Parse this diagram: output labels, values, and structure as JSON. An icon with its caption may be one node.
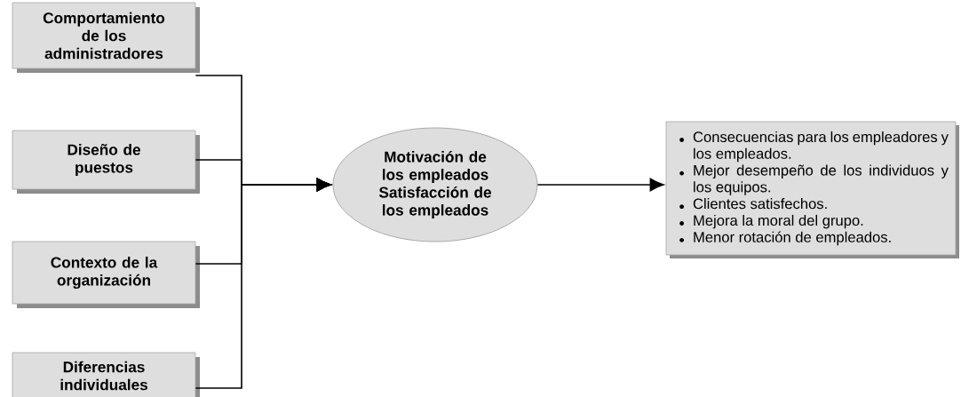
{
  "diagram": {
    "nodes": [
      {
        "text": [
          "Comportamiento de los administradores"
        ]
      },
      {
        "text": [
          "Diseño de puestos"
        ]
      },
      {
        "text": [
          "Contexto de la organización"
        ]
      },
      {
        "text": [
          "Diferencias individuales"
        ]
      },
      {
        "text": [
          "Motivación de los empleados Satisfacción de los empleados"
        ]
      },
      {
        "text": [
          "Consecuencias para los empleadores y los empleados.",
          "Mejor desempeño de los individuos y los equipos.",
          "Clientes satisfechos.",
          "Mejora la moral del grupo.",
          "Menor rotación de empleados."
        ]
      }
    ],
    "edges": [
      {
        "from": 0,
        "to": 4,
        "arrow": "to"
      },
      {
        "from": 1,
        "to": 4,
        "arrow": "to"
      },
      {
        "from": 2,
        "to": 4,
        "arrow": "to"
      },
      {
        "from": 3,
        "to": 4,
        "arrow": "to"
      },
      {
        "from": 4,
        "to": 5,
        "arrow": "to"
      }
    ]
  }
}
